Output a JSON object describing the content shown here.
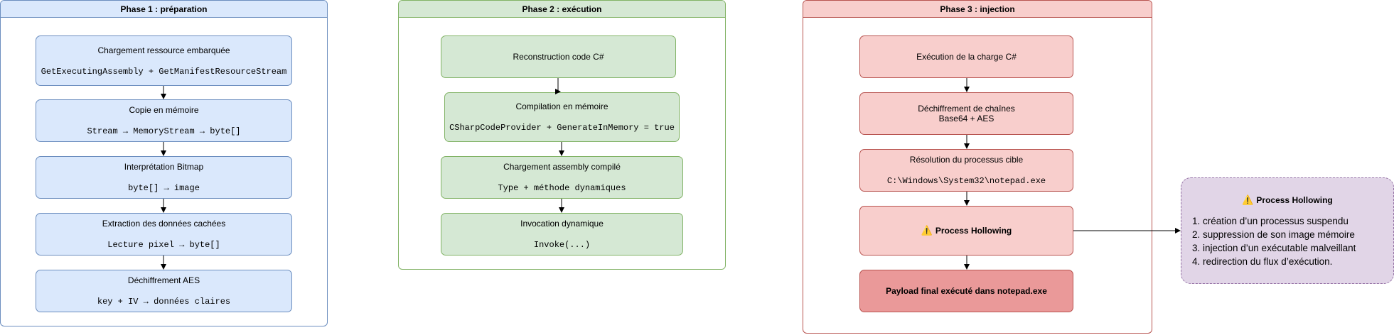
{
  "phase1": {
    "title": "Phase 1 : préparation",
    "steps": [
      {
        "label": "Chargement ressource embarquée",
        "code": "GetExecutingAssembly + GetManifestResourceStream"
      },
      {
        "label": "Copie en mémoire",
        "code": "Stream → MemoryStream → byte[]"
      },
      {
        "label": "Interprétation Bitmap",
        "code": "byte[] → image"
      },
      {
        "label": "Extraction des données cachées",
        "code": "Lecture pixel → byte[]"
      },
      {
        "label": "Déchiffrement AES",
        "code": "key + IV → données claires"
      }
    ]
  },
  "phase2": {
    "title": "Phase 2 : exécution",
    "steps": [
      {
        "label": "Reconstruction code C#"
      },
      {
        "label": "Compilation en mémoire",
        "code": "CSharpCodeProvider + GenerateInMemory = true"
      },
      {
        "label": "Chargement assembly compilé",
        "code": "Type + méthode dynamiques"
      },
      {
        "label": "Invocation dynamique",
        "code": "Invoke(...)"
      }
    ]
  },
  "phase3": {
    "title": "Phase 3 : injection",
    "steps": [
      {
        "label": "Exécution de la charge C#"
      },
      {
        "label": "Déchiffrement de chaînes",
        "label2": "Base64 + AES"
      },
      {
        "label": "Résolution du processus cible",
        "code": "C:\\Windows\\System32\\notepad.exe"
      },
      {
        "label": "Process Hollowing",
        "icon": "warning-icon"
      },
      {
        "label": "Payload final exécuté dans notepad.exe"
      }
    ]
  },
  "hollowing_note": {
    "title": "Process Hollowing",
    "icon": "warning-icon",
    "items": [
      "création d’un processus suspendu",
      "suppression de son image mémoire",
      "injection d’un exécutable malveillant",
      "redirection du flux d’exécution."
    ]
  },
  "colors": {
    "phase1_fill": "#dae8fc",
    "phase1_stroke": "#6c8ebf",
    "phase2_fill": "#d5e8d4",
    "phase2_stroke": "#82b366",
    "phase3_fill": "#f8cecc",
    "phase3_stroke": "#b85450",
    "payload_fill": "#ea9999",
    "note_fill": "#e1d5e7",
    "note_stroke": "#9673a6"
  }
}
